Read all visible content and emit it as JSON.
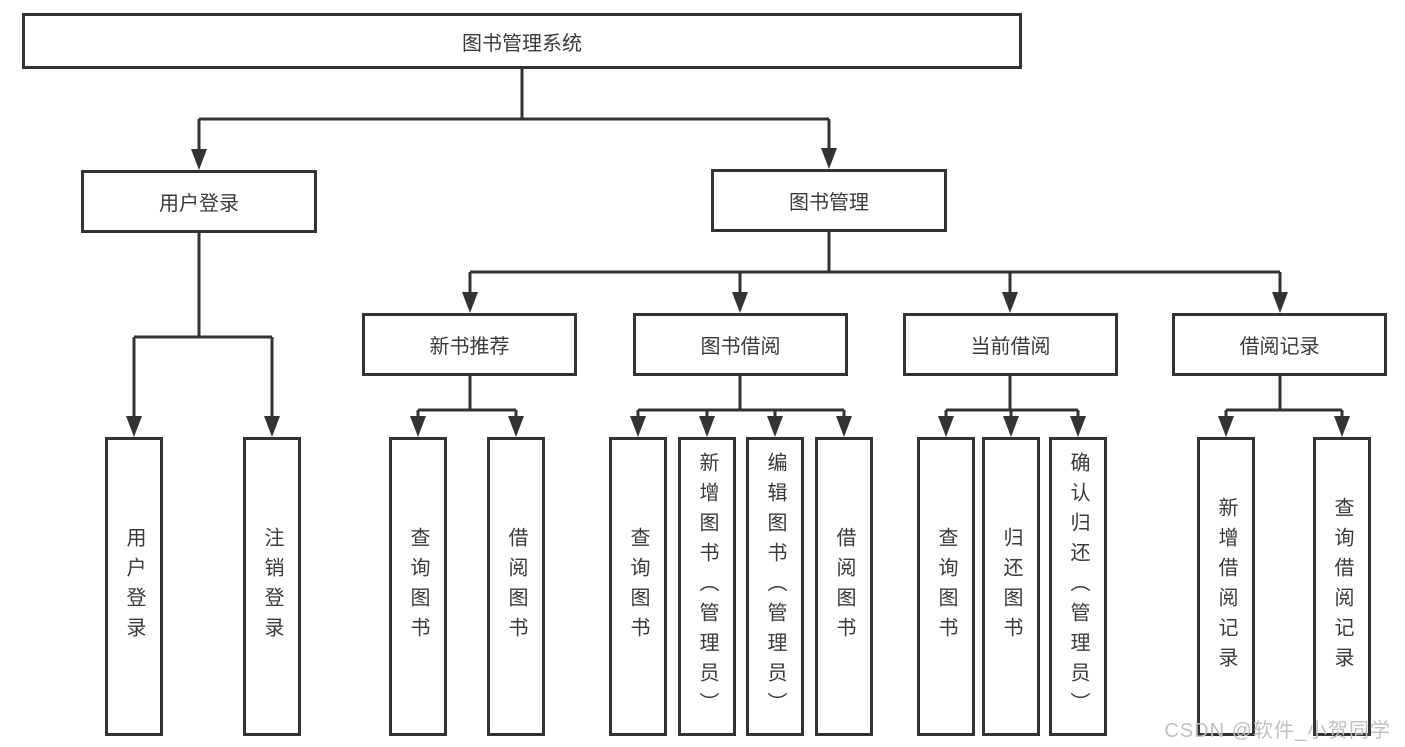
{
  "diagram": {
    "root": {
      "label": "图书管理系统"
    },
    "branches": [
      {
        "label": "用户登录",
        "children": [
          "用户登录",
          "注销登录"
        ]
      },
      {
        "label": "图书管理",
        "groups": [
          {
            "label": "新书推荐",
            "children": [
              "查询图书",
              "借阅图书"
            ]
          },
          {
            "label": "图书借阅",
            "children": [
              "查询图书",
              "新增图书（管理员）",
              "编辑图书（管理员）",
              "借阅图书"
            ]
          },
          {
            "label": "当前借阅",
            "children": [
              "查询图书",
              "归还图书",
              "确认归还（管理员）"
            ]
          },
          {
            "label": "借阅记录",
            "children": [
              "新增借阅记录",
              "查询借阅记录"
            ]
          }
        ]
      }
    ],
    "watermark": "CSDN @软件_小贺同学",
    "colors": {
      "line": "#333333",
      "text": "#3a3a3a",
      "background": "#ffffff",
      "watermark": "#c0c0c0"
    }
  }
}
